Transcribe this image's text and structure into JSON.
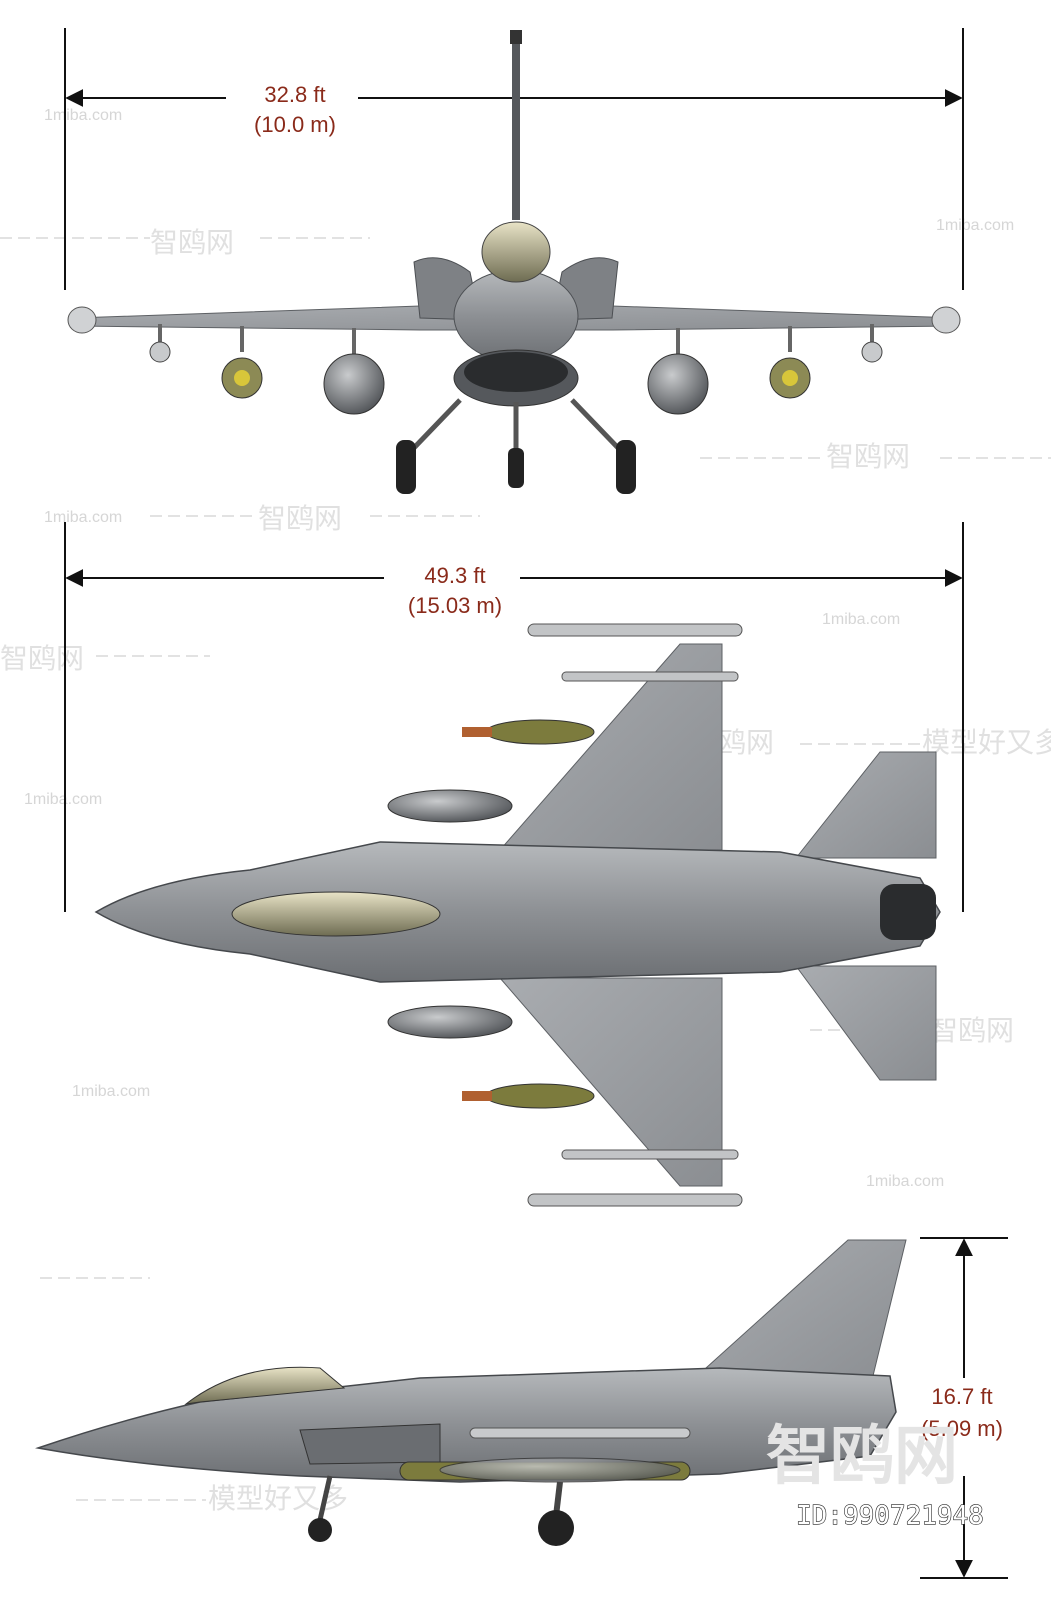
{
  "front_view": {
    "span_ft": "32.8 ft",
    "span_m": "(10.0 m)"
  },
  "top_view": {
    "length_ft": "49.3 ft",
    "length_m": "(15.03 m)"
  },
  "side_view": {
    "height_ft": "16.7 ft",
    "height_m": "(5.09 m)"
  },
  "watermarks": {
    "site": "1miba.com",
    "brand": "智鸥网",
    "brand_long": "模型好又多",
    "id_label": "ID:990721948"
  },
  "colors": {
    "dimension_text": "#8a2a1a",
    "aircraft_gray": "#8e9296"
  }
}
